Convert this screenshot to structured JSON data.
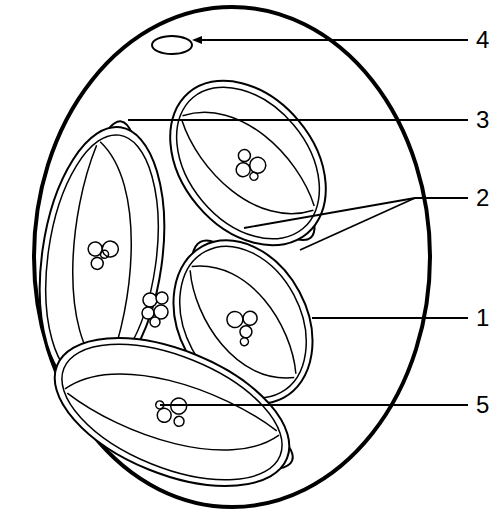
{
  "diagram": {
    "labels": [
      "4",
      "3",
      "2",
      "1",
      "5"
    ]
  }
}
